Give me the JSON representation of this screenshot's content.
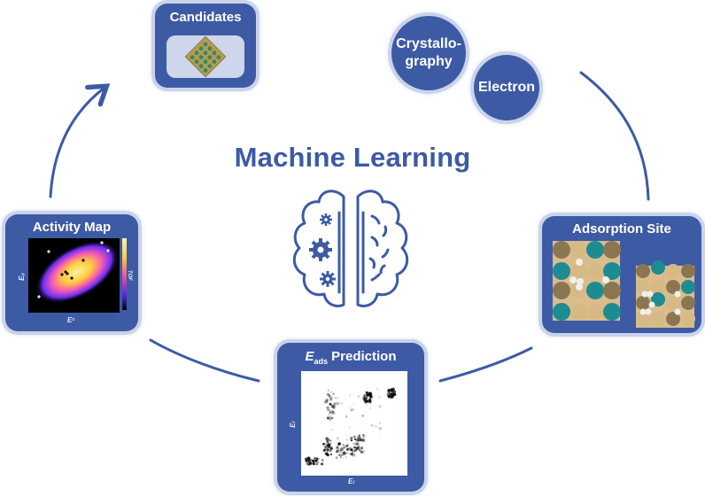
{
  "title": "Machine Learning",
  "colors": {
    "primary": "#3d5aa4",
    "panel_border": "#c9d3ea",
    "candidate_inner": "#cdd6ea"
  },
  "nodes": {
    "candidates": {
      "label": "Candidates",
      "icon": "nanoparticle-crystal-icon"
    },
    "crystallography": {
      "label_line1": "Crystallo-",
      "label_line2": "graphy"
    },
    "electron": {
      "label": "Electron"
    },
    "adsorption_site": {
      "label": "Adsorption Site",
      "icon": "atomic-slab-icon"
    },
    "eads_prediction": {
      "label_symbol": "E",
      "label_subscript": "ads",
      "label_rest": " Prediction",
      "xlabel": "Eₗ",
      "ylabel": "Eₗ"
    },
    "activity_map": {
      "label": "Activity Map",
      "xlabel": "Eᶜ",
      "ylabel": "Eₒ",
      "colorbar_label": "TOF"
    }
  },
  "center_icon": "brain-gears-icon",
  "cycle_order": [
    "Candidates",
    "Crystallography / Electron",
    "Adsorption Site",
    "Eads Prediction",
    "Activity Map"
  ]
}
